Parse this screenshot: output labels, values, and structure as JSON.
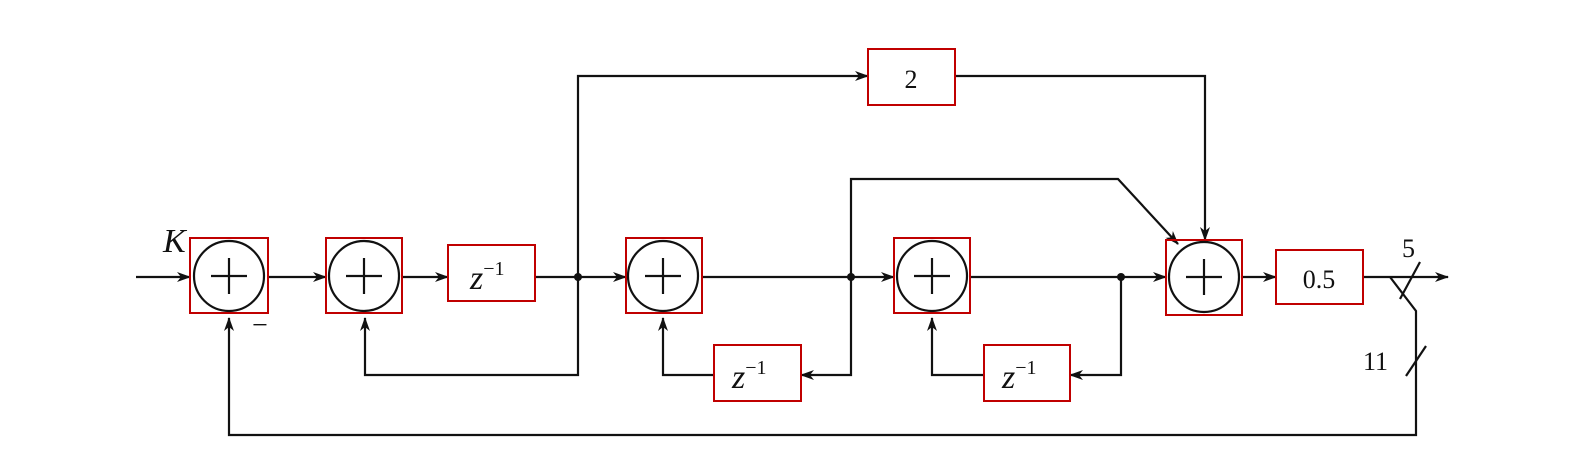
{
  "input_label": "K",
  "sign_minus": "−",
  "blocks": {
    "delay_forward": {
      "base": "z",
      "exp": "−1"
    },
    "delay_fb2": {
      "base": "z",
      "exp": "−1"
    },
    "delay_fb3": {
      "base": "z",
      "exp": "−1"
    },
    "gain_top": "2",
    "gain_out": "0.5"
  },
  "bus_labels": {
    "output_width": "5",
    "feedback_width": "11"
  },
  "summing_symbol": "+"
}
